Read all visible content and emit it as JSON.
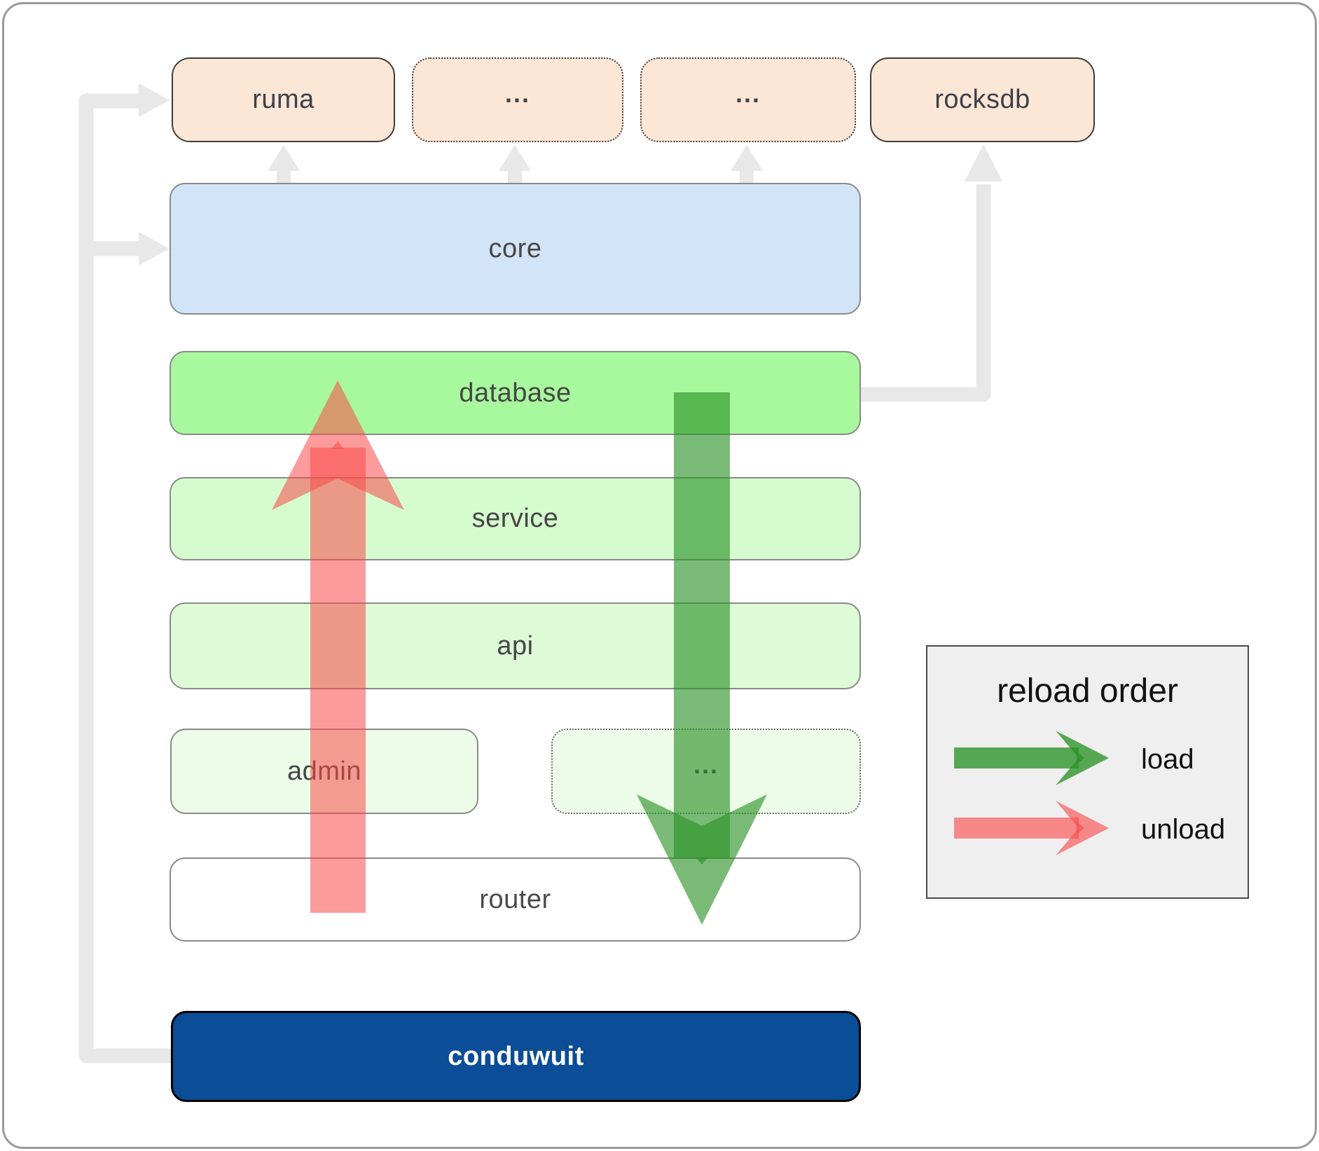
{
  "nodes": {
    "ruma": "ruma",
    "crates_more_1": "...",
    "crates_more_2": "...",
    "rocksdb": "rocksdb",
    "core": "core",
    "database": "database",
    "service": "service",
    "api": "api",
    "admin": "admin",
    "services_more": "...",
    "router": "router",
    "conduwuit": "conduwuit"
  },
  "legend": {
    "title": "reload order",
    "items": [
      {
        "label": "load",
        "color": "#2a9226"
      },
      {
        "label": "unload",
        "color": "#fa4848"
      }
    ]
  },
  "colors": {
    "crate_fill": "#fce6d5",
    "crate_border": "#3d3d3d",
    "core_fill": "#d2e4f7",
    "database_fill": "#a8f89d",
    "service_fill": "#d6fbce",
    "api_fill": "#defbd7",
    "faint_fill": "#ecfce9",
    "router_fill": "#ffffff",
    "row_border": "#8a8a8a",
    "conduwuit_fill": "#0b4d96",
    "conduwuit_text": "#ffffff",
    "legend_fill": "#efefef",
    "legend_border": "#4a4a4a",
    "connector_gray": "#e8e8e8",
    "load_green": "#2a9226",
    "unload_red": "#fa4848",
    "label_text": "#464646"
  }
}
